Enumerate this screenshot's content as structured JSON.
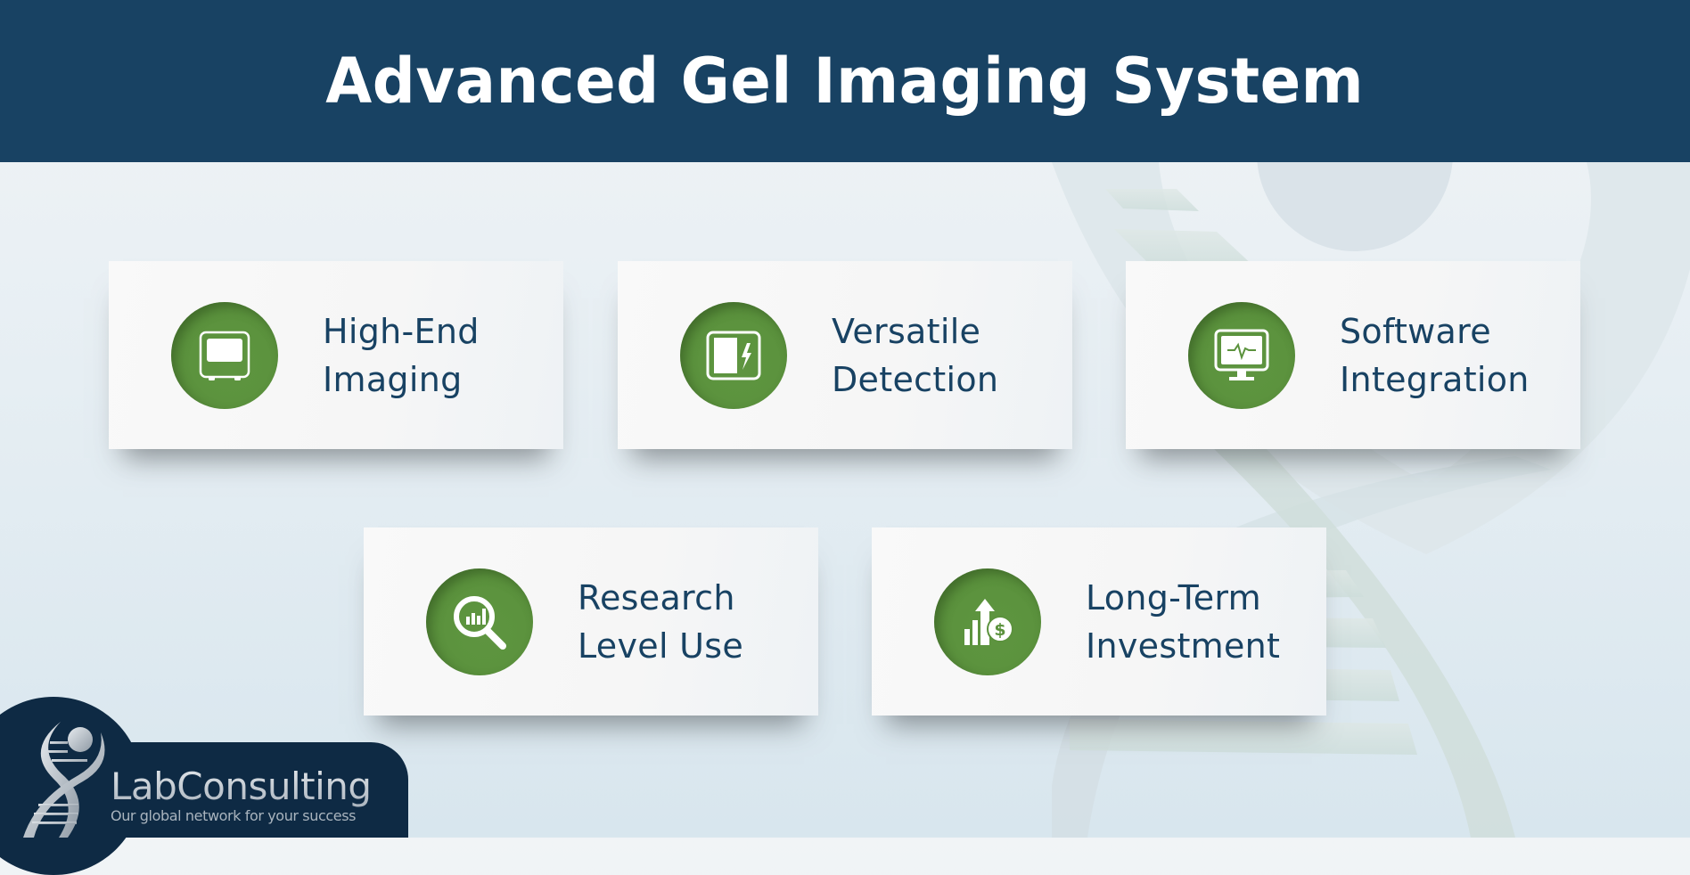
{
  "header": {
    "title": "Advanced Gel Imaging System",
    "background": "#184263"
  },
  "colors": {
    "accent_green": "#5b923d",
    "text_navy": "#184263",
    "logo_navy": "#0e2a44"
  },
  "cards": [
    {
      "icon": "gel-imager-icon",
      "line1": "High-End",
      "line2": "Imaging"
    },
    {
      "icon": "detection-panel-lightning-icon",
      "line1": "Versatile",
      "line2": "Detection"
    },
    {
      "icon": "monitor-pulse-icon",
      "line1": "Software",
      "line2": "Integration"
    },
    {
      "icon": "magnifier-chart-icon",
      "line1": "Research",
      "line2": "Level Use"
    },
    {
      "icon": "growth-dollar-icon",
      "line1": "Long-Term",
      "line2": "Investment"
    }
  ],
  "logo": {
    "name": "LabConsulting",
    "tagline": "Our global network for your success"
  }
}
